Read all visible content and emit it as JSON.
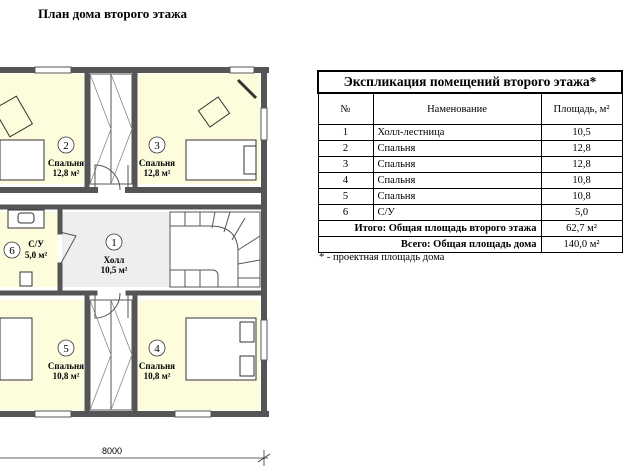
{
  "page_title": "План дома второго этажа",
  "rooms": [
    {
      "num": "1",
      "name": "Холл",
      "area": "10,5 м²"
    },
    {
      "num": "2",
      "name": "Спальня",
      "area": "12,8 м²"
    },
    {
      "num": "3",
      "name": "Спальня",
      "area": "12,8 м²"
    },
    {
      "num": "4",
      "name": "Спальня",
      "area": "10,8 м²"
    },
    {
      "num": "5",
      "name": "Спальня",
      "area": "10,8 м²"
    },
    {
      "num": "6",
      "name": "С/У",
      "area": "5,0 м²"
    }
  ],
  "dimension": "8000",
  "table": {
    "caption": "Экспликация помещений второго этажа*",
    "headers": {
      "num": "№",
      "name": "Наменование",
      "area": "Площадь, м²"
    },
    "rows": [
      {
        "num": "1",
        "name": "Холл-лестница",
        "area": "10,5"
      },
      {
        "num": "2",
        "name": "Спальня",
        "area": "12,8"
      },
      {
        "num": "3",
        "name": "Спальня",
        "area": "12,8"
      },
      {
        "num": "4",
        "name": "Спальня",
        "area": "10,8"
      },
      {
        "num": "5",
        "name": "Спальня",
        "area": "10,8"
      },
      {
        "num": "6",
        "name": "С/У",
        "area": "5,0"
      }
    ],
    "total_label": "Итого: Общая площадь второго этажа",
    "total_value": "62,7 м²",
    "grand_label": "Всего: Общая площадь дома",
    "grand_value": "140,0 м²"
  },
  "note": "* - проектная площадь дома",
  "colors": {
    "room_fill": "#fdfcdc",
    "hall_fill": "#eeeeee",
    "wall": "#555555"
  }
}
